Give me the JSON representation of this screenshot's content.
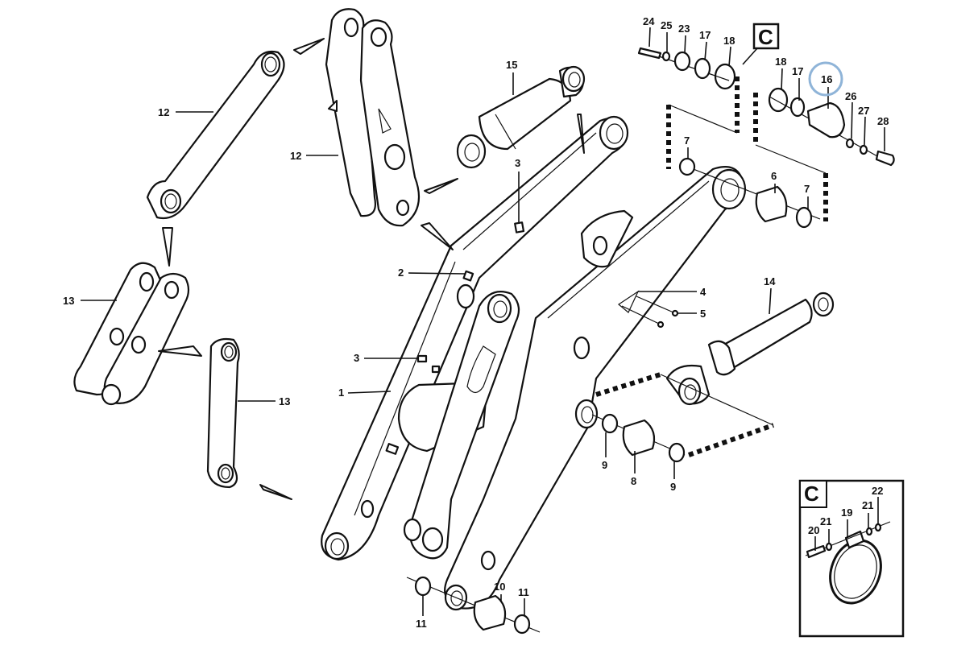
{
  "diagram": {
    "type": "exploded-parts-view",
    "highlight_color": "#8fb4d8",
    "highlighted_part": "16",
    "callouts": [
      {
        "id": "c1",
        "label": "1"
      },
      {
        "id": "c2",
        "label": "2"
      },
      {
        "id": "c3a",
        "label": "3"
      },
      {
        "id": "c3b",
        "label": "3"
      },
      {
        "id": "c4",
        "label": "4"
      },
      {
        "id": "c5",
        "label": "5"
      },
      {
        "id": "c6",
        "label": "6"
      },
      {
        "id": "c7a",
        "label": "7"
      },
      {
        "id": "c7b",
        "label": "7"
      },
      {
        "id": "c8",
        "label": "8"
      },
      {
        "id": "c9a",
        "label": "9"
      },
      {
        "id": "c9b",
        "label": "9"
      },
      {
        "id": "c10",
        "label": "10"
      },
      {
        "id": "c11a",
        "label": "11"
      },
      {
        "id": "c11b",
        "label": "11"
      },
      {
        "id": "c12a",
        "label": "12"
      },
      {
        "id": "c12b",
        "label": "12"
      },
      {
        "id": "c13a",
        "label": "13"
      },
      {
        "id": "c13b",
        "label": "13"
      },
      {
        "id": "c14",
        "label": "14"
      },
      {
        "id": "c15",
        "label": "15"
      },
      {
        "id": "c16",
        "label": "16"
      },
      {
        "id": "c17a",
        "label": "17"
      },
      {
        "id": "c17b",
        "label": "17"
      },
      {
        "id": "c18a",
        "label": "18"
      },
      {
        "id": "c18b",
        "label": "18"
      },
      {
        "id": "c23",
        "label": "23"
      },
      {
        "id": "c24",
        "label": "24"
      },
      {
        "id": "c25",
        "label": "25"
      },
      {
        "id": "c26",
        "label": "26"
      },
      {
        "id": "c27",
        "label": "27"
      },
      {
        "id": "c28",
        "label": "28"
      }
    ],
    "detail_ref_label": "C",
    "detail_box": {
      "title": "C",
      "callouts": [
        {
          "id": "d19",
          "label": "19"
        },
        {
          "id": "d20",
          "label": "20"
        },
        {
          "id": "d21a",
          "label": "21"
        },
        {
          "id": "d21b",
          "label": "21"
        },
        {
          "id": "d22",
          "label": "22"
        }
      ]
    }
  }
}
